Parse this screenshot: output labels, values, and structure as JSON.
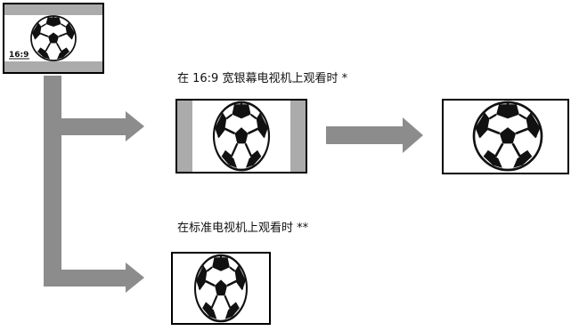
{
  "colors": {
    "arrow": "#8c8c8c",
    "bar": "#ababab",
    "border": "#000000",
    "ball_dark": "#111111"
  },
  "source": {
    "format_label": "16:9",
    "icon": "soccer-ball-icon"
  },
  "paths": [
    {
      "label": "在 16:9 宽银幕电视机上观看时 *"
    },
    {
      "label": "在标准电视机上观看时 **"
    }
  ]
}
